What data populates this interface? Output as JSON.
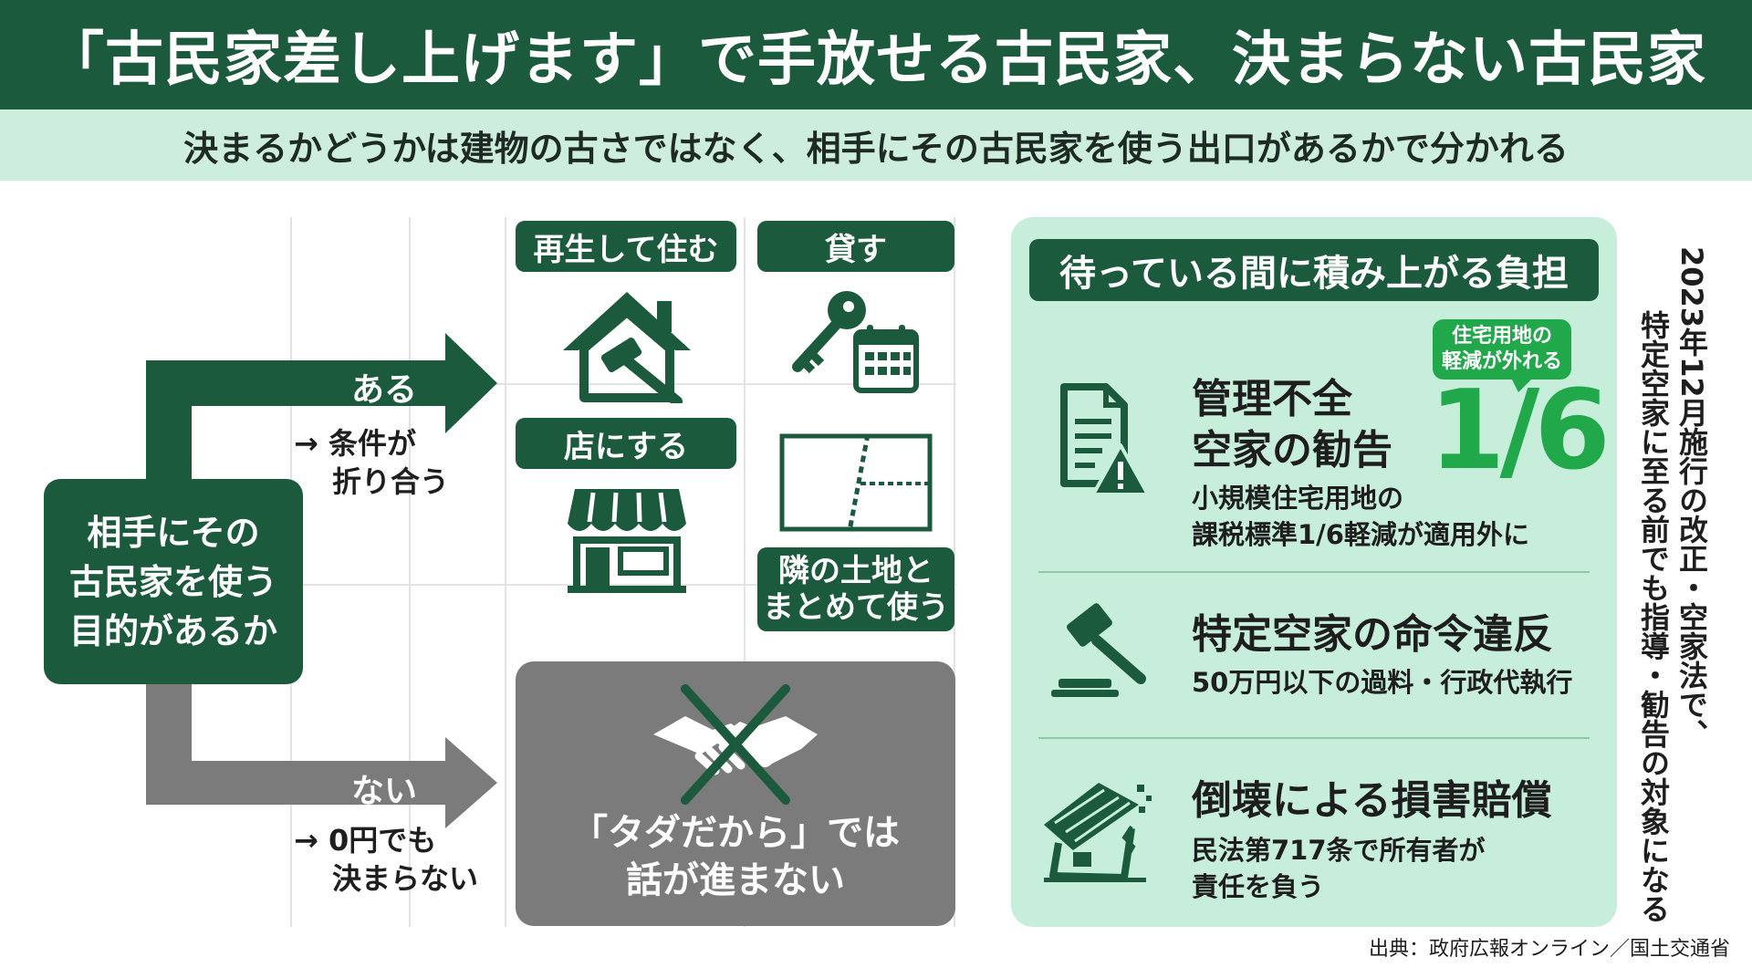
{
  "title": "「古民家差し上げます」で手放せる古民家、決まらない古民家",
  "subtitle": "決まるかどうかは建物の古さではなく、相手にその古民家を使う出口があるかで分かれる",
  "flow": {
    "start_lines": [
      "相手にその",
      "古民家を使う",
      "目的があるか"
    ],
    "yes_label": "ある",
    "yes_note_lines": [
      "→ 条件が",
      "折り合う"
    ],
    "no_label": "ない",
    "no_note_lines": [
      "→ 0円でも",
      "決まらない"
    ]
  },
  "options": {
    "live": "再生して住む",
    "rent": "貸す",
    "shop": "店にする",
    "neighbor_lines": [
      "隣の土地と",
      "まとめて使う"
    ]
  },
  "no_outcome_lines": [
    "「タダだから」では",
    "話が進まない"
  ],
  "burden": {
    "title": "待っている間に積み上がる負担",
    "item1": {
      "head_lines": [
        "管理不全",
        "空家の勧告"
      ],
      "sub_lines": [
        "小規模住宅用地の",
        "課税標準1/6軽減が適用外に"
      ],
      "badge_lines": [
        "住宅用地の",
        "軽減が外れる"
      ],
      "fraction": "1/6"
    },
    "item2": {
      "head": "特定空家の命令違反",
      "sub": "50万円以下の過料・行政代執行"
    },
    "item3": {
      "head": "倒壊による損害賠償",
      "sub_lines": [
        "民法第717条で所有者が",
        "責任を負う"
      ]
    }
  },
  "vertical_lines": [
    "2023年12月施行の改正・空家法で、",
    "特定空家に至る前でも指導・勧告の対象になる"
  ],
  "source": "出典：政府広報オンライン／国土交通省",
  "colors": {
    "dark_green": "#1c5a3e",
    "light_green": "#c6eedb",
    "accent_green": "#21a84b",
    "gray": "#7b7b7b"
  }
}
